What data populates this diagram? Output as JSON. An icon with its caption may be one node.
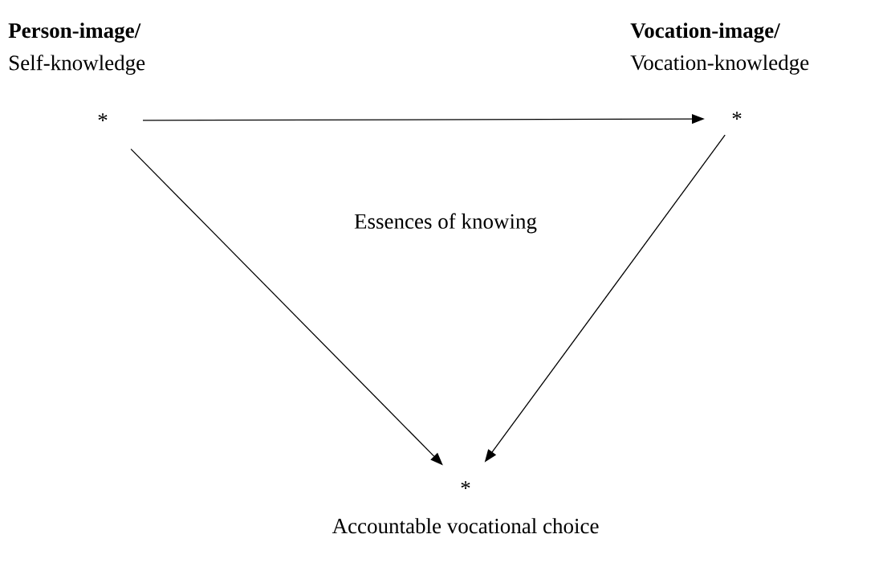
{
  "diagram": {
    "nodes": [
      {
        "text": [
          "*"
        ],
        "beside": [
          "Person-image/",
          "Self-knowledge"
        ]
      },
      {
        "text": [
          "*"
        ],
        "beside": [
          "Vocation-image/",
          "Vocation-knowledge"
        ]
      },
      {
        "text": [
          "*"
        ],
        "beside": [
          "Accountable vocational choice"
        ]
      }
    ],
    "edges": [
      {
        "from": 0,
        "to": 1,
        "arrow": "to"
      },
      {
        "from": 0,
        "to": 2,
        "arrow": "to"
      },
      {
        "from": 1,
        "to": 2,
        "arrow": "to"
      }
    ],
    "labels": [
      "Essences of knowing"
    ]
  }
}
